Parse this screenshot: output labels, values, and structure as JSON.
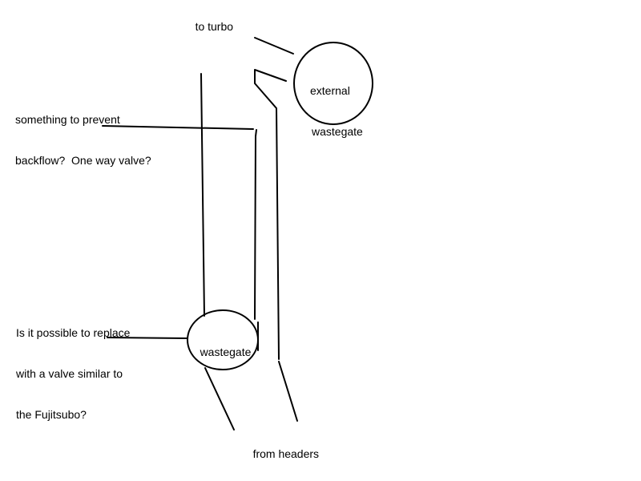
{
  "labels": {
    "to_turbo": "to turbo",
    "external_wastegate": [
      "external",
      "wastegate"
    ],
    "backflow_question": [
      "something to prevent",
      "backflow?  One way valve?"
    ],
    "wastegate": "wastegate",
    "fujitsubo_question": [
      "Is it possible to replace",
      "with a valve similar to",
      "the Fujitsubo?"
    ],
    "from_headers": "from headers"
  },
  "colors": {
    "stroke": "#000000",
    "background": "#ffffff",
    "text": "#000000"
  }
}
